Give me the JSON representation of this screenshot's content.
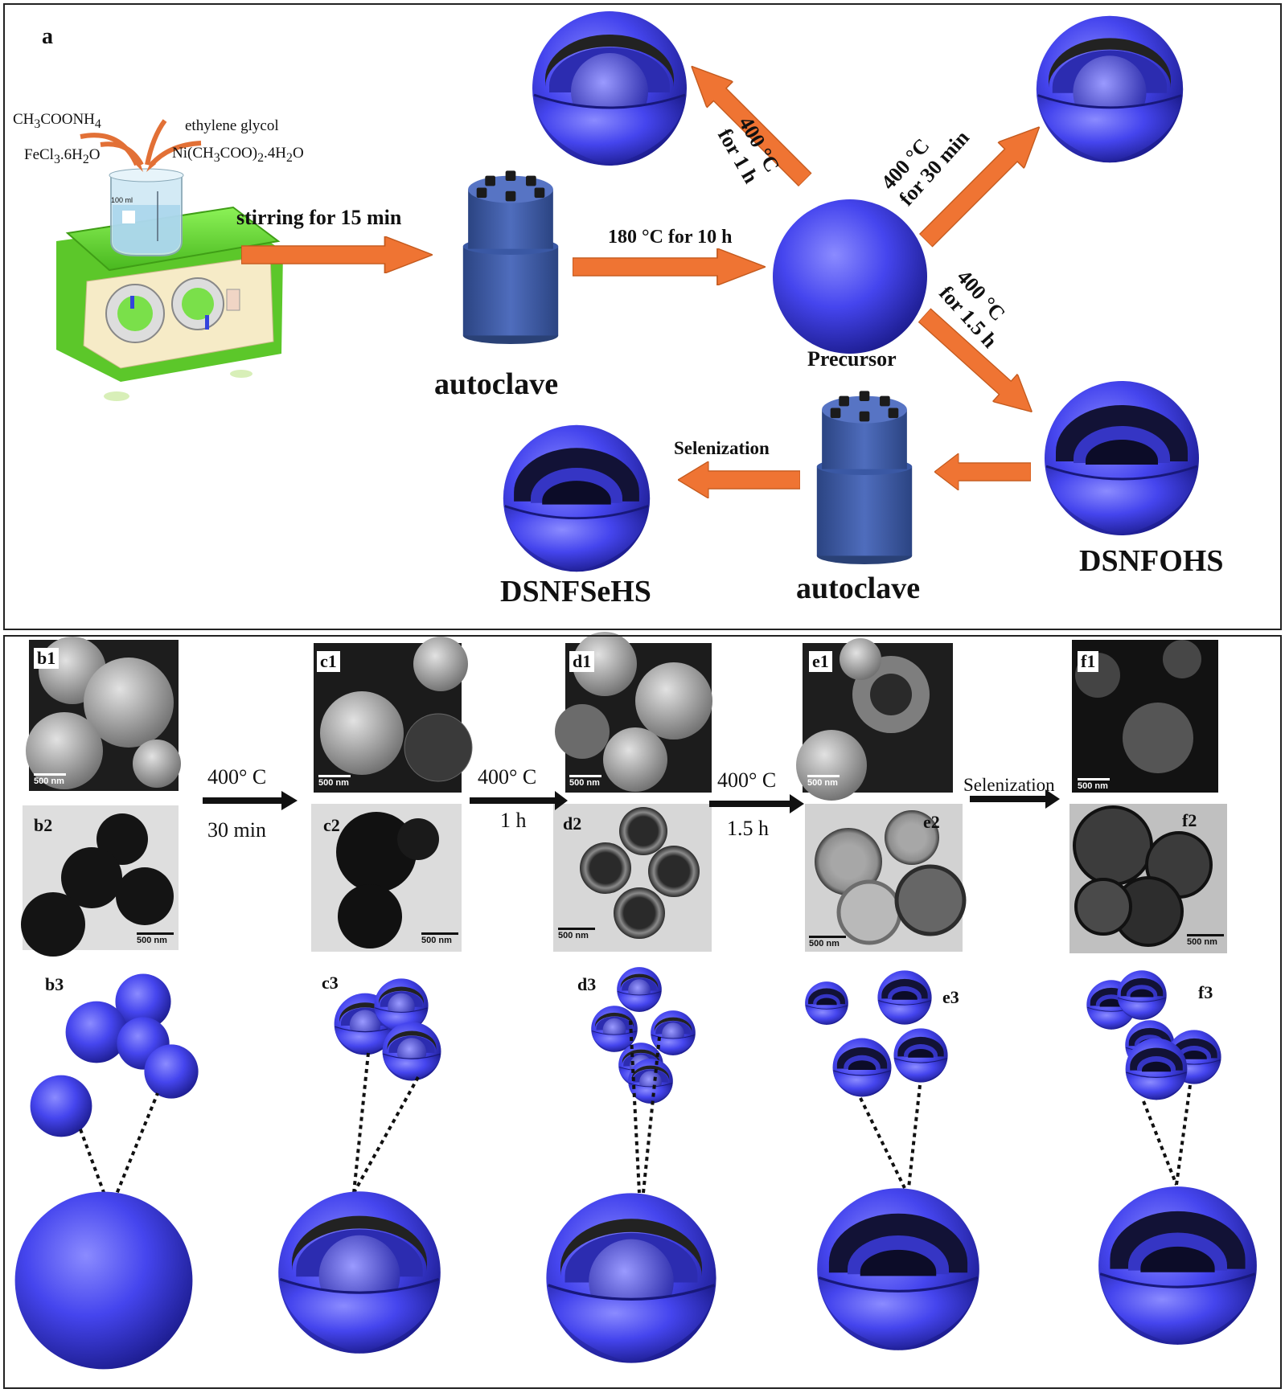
{
  "panel_a": {
    "label": "a",
    "reagents": [
      "CH3COONH4",
      "ethylene glycol",
      "FeCl3.6H2O",
      "Ni(CH3COO)2.4H2O"
    ],
    "steps": {
      "stirring": "stirring for 15 min",
      "hydrothermal": "180 °C for 10 h",
      "t1h_line1": "400 °C",
      "t1h_line2": "for 1 h",
      "t30_line1": "400 °C",
      "t30_line2": "for 30 min",
      "t15_line1": "400 °C",
      "t15_line2": "for 1.5 h",
      "selenization": "Selenization"
    },
    "names": {
      "autoclave1": "autoclave",
      "precursor": "Precursor",
      "dsnfohs": "DSNFOHS",
      "autoclave2": "autoclave",
      "dsnfsehs": "DSNFSeHS"
    },
    "beaker": "100 ml"
  },
  "panel_b": {
    "sem_labels": [
      "b1",
      "c1",
      "d1",
      "e1",
      "f1"
    ],
    "tem_labels": [
      "b2",
      "c2",
      "d2",
      "e2",
      "f2"
    ],
    "model_labels": [
      "b3",
      "c3",
      "d3",
      "e3",
      "f3"
    ],
    "scale_bar": "500 nm",
    "arrows": [
      {
        "top": "400° C",
        "bottom": "30 min"
      },
      {
        "top": "400° C",
        "bottom": "1 h"
      },
      {
        "top": "400° C",
        "bottom": "1.5 h"
      },
      {
        "top": "Selenization",
        "bottom": ""
      }
    ]
  },
  "colors": {
    "sphere": "#3e3ee6",
    "arrow": "#ef7433",
    "hotplate": "#6fe03a",
    "autoclave": "#3d5ba6"
  }
}
